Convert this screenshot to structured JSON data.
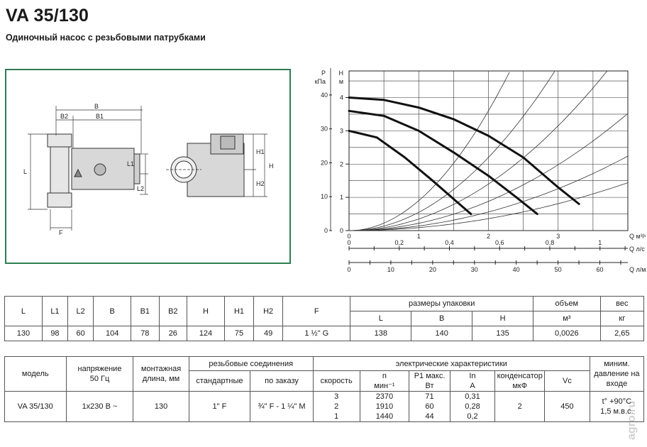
{
  "header": {
    "title": "VA 35/130",
    "subtitle": "Одиночный насос с резьбовыми патрубками"
  },
  "drawing": {
    "labels": {
      "b": "B",
      "b2": "B2",
      "b1": "B1",
      "l": "L",
      "l1": "L1",
      "l2": "L2",
      "f": "F",
      "h": "H",
      "h1": "H1",
      "h2": "H2"
    }
  },
  "chart_data": {
    "type": "line",
    "title": "",
    "ylabel_left": "P кПа",
    "ylabel_right": "H м",
    "y_kpa_ticks": [
      "0",
      "10",
      "20",
      "30",
      "40"
    ],
    "y_m_ticks": [
      "0",
      "1",
      "2",
      "3",
      "4"
    ],
    "x_axes": [
      {
        "label": "Q м³/ч",
        "ticks": [
          "0",
          "1",
          "2",
          "3"
        ],
        "range": [
          0,
          4
        ]
      },
      {
        "label": "Q л/с",
        "ticks": [
          "0",
          "0,2",
          "0,4",
          "0,6",
          "0,8",
          "1"
        ],
        "range": [
          0,
          1.111
        ]
      },
      {
        "label": "Q л/мин",
        "ticks": [
          "0",
          "10",
          "20",
          "30",
          "40",
          "50",
          "60"
        ],
        "range": [
          0,
          66.7
        ]
      }
    ],
    "ylim_m": [
      0,
      4.8
    ],
    "xlim_m3h": [
      0,
      4
    ],
    "grid": true,
    "series": [
      {
        "x": [
          0.0,
          0.5,
          1.0,
          1.5,
          2.0,
          2.5,
          3.0,
          3.3
        ],
        "y": [
          4.0,
          3.93,
          3.7,
          3.35,
          2.85,
          2.2,
          1.3,
          0.8
        ]
      },
      {
        "x": [
          0.0,
          0.5,
          1.0,
          1.5,
          2.0,
          2.4,
          2.7
        ],
        "y": [
          3.6,
          3.45,
          3.0,
          2.35,
          1.65,
          1.0,
          0.5
        ]
      },
      {
        "x": [
          0.0,
          0.4,
          0.8,
          1.2,
          1.5,
          1.75
        ],
        "y": [
          3.0,
          2.8,
          2.2,
          1.5,
          0.95,
          0.5
        ]
      }
    ]
  },
  "dims_table": {
    "headers": [
      "L",
      "L1",
      "L2",
      "B",
      "B1",
      "B2",
      "H",
      "H1",
      "H2",
      "F"
    ],
    "pack_header": "размеры упаковки",
    "pack_sub": [
      "L",
      "B",
      "H"
    ],
    "volume_header_1": "объем",
    "volume_header_2": "м³",
    "weight_header_1": "вес",
    "weight_header_2": "кг",
    "values": [
      "130",
      "98",
      "60",
      "104",
      "78",
      "26",
      "124",
      "75",
      "49",
      "1 ½\" G",
      "138",
      "140",
      "135",
      "0,0026",
      "2,65"
    ]
  },
  "elec_table": {
    "h_model": "модель",
    "h_voltage_1": "напряжение",
    "h_voltage_2": "50 Гц",
    "h_length_1": "монтажная",
    "h_length_2": "длина, мм",
    "h_thread": "резьбовые соединения",
    "h_thread_std": "стандартные",
    "h_thread_order": "по заказу",
    "h_electric": "электрические характеристики",
    "h_speed": "скорость",
    "h_n_1": "n",
    "h_n_2": "мин⁻¹",
    "h_p1_1": "P1 макс.",
    "h_p1_2": "Вт",
    "h_in_1": "In",
    "h_in_2": "A",
    "h_cap": "конденсатор",
    "h_cap_uf": "мкФ",
    "h_cap_vc": "Vc",
    "h_min_1": "миним.",
    "h_min_2": "давление на",
    "h_min_3": "входе",
    "model": "VA 35/130",
    "voltage": "1x230 В ~",
    "length": "130",
    "thread_std": "1\" F",
    "thread_order": "¾\" F - 1 ¼\" M",
    "speeds": [
      "3",
      "2",
      "1"
    ],
    "rpm": [
      "2370",
      "1910",
      "1440"
    ],
    "p1": [
      "71",
      "60",
      "44"
    ],
    "current": [
      "0,31",
      "0,28",
      "0,2"
    ],
    "cap_uf": "2",
    "cap_vc": "450",
    "temp": "t° +90°C",
    "pressure": "1,5 м.в.с."
  },
  "watermark": "agro.ru"
}
